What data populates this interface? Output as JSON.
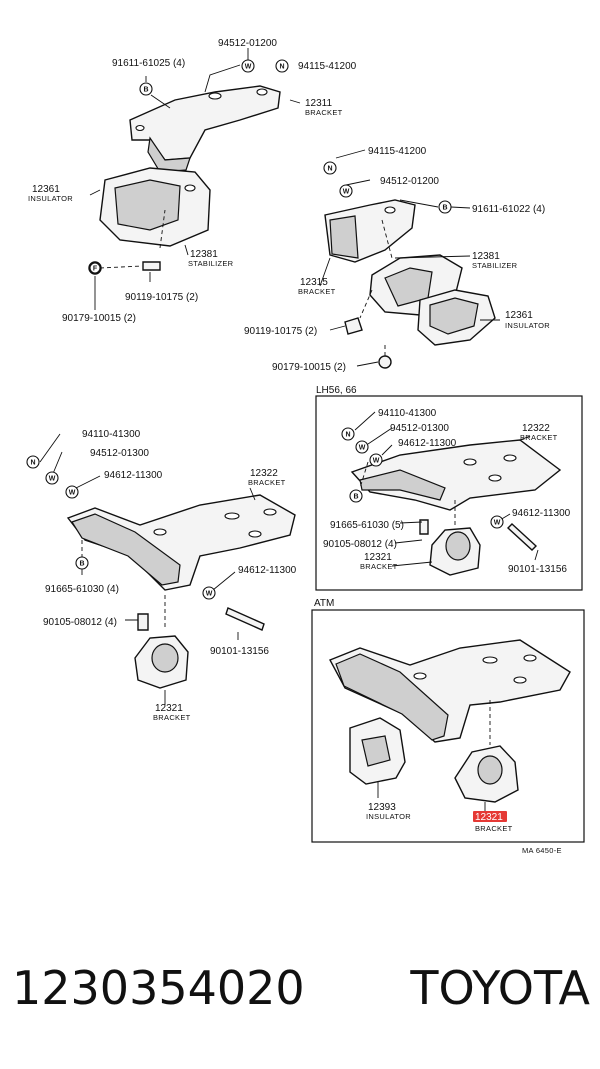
{
  "labels": {
    "p94512_01200a": "94512-01200",
    "p91611_61025": "91611-61025 (4)",
    "p94115_41200a": "94115-41200",
    "p12311": "12311",
    "p12311_name": "BRACKET",
    "p12361a": "12361",
    "p12361a_name": "INSULATOR",
    "p12381a": "12381",
    "p12381a_name": "STABILIZER",
    "p90119a": "90119-10175 (2)",
    "p90179a": "90179-10015 (2)",
    "p94115_41200b": "94115-41200",
    "p94512_01200b": "94512-01200",
    "p91611_61022": "91611-61022 (4)",
    "p12381b": "12381",
    "p12381b_name": "STABILIZER",
    "p12315": "12315",
    "p12315_name": "BRACKET",
    "p12361b": "12361",
    "p12361b_name": "INSULATOR",
    "p90119b": "90119-10175 (2)",
    "p90179b": "90179-10015 (2)",
    "box_lh56": "LH56, 66",
    "p94110_41300b": "94110-41300",
    "p94512_01300b": "94512-01300",
    "p94612_11300c": "94612-11300",
    "p12322b": "12322",
    "p12322b_name": "BRACKET",
    "p94612_11300d": "94612-11300",
    "p91665_61030b": "91665-61030 (5)",
    "p90105_08012b": "90105-08012 (4)",
    "p12321b": "12321",
    "p12321b_name": "BRACKET",
    "p90101_13156b": "90101-13156",
    "p94110_41300a": "94110-41300",
    "p94512_01300a": "94512-01300",
    "p94612_11300a": "94612-11300",
    "p12322a": "12322",
    "p12322a_name": "BRACKET",
    "p94612_11300b": "94612-11300",
    "p91665_61030a": "91665-61030 (4)",
    "p90105_08012a": "90105-08012 (4)",
    "p90101_13156a": "90101-13156",
    "p12321a": "12321",
    "p12321a_name": "BRACKET",
    "box_atm": "ATM",
    "p12393": "12393",
    "p12393_name": "INSULATOR",
    "p12321c": "12321",
    "p12321c_name": "BRACKET",
    "figure_code": "MA  6450-E"
  },
  "symbols": {
    "w": "W",
    "n": "N",
    "b": "B",
    "f": "F"
  },
  "highlight": {
    "part": "12321",
    "color": "#e53935"
  },
  "footer": {
    "part_number": "1230354020",
    "brand": "TOYOTA"
  }
}
